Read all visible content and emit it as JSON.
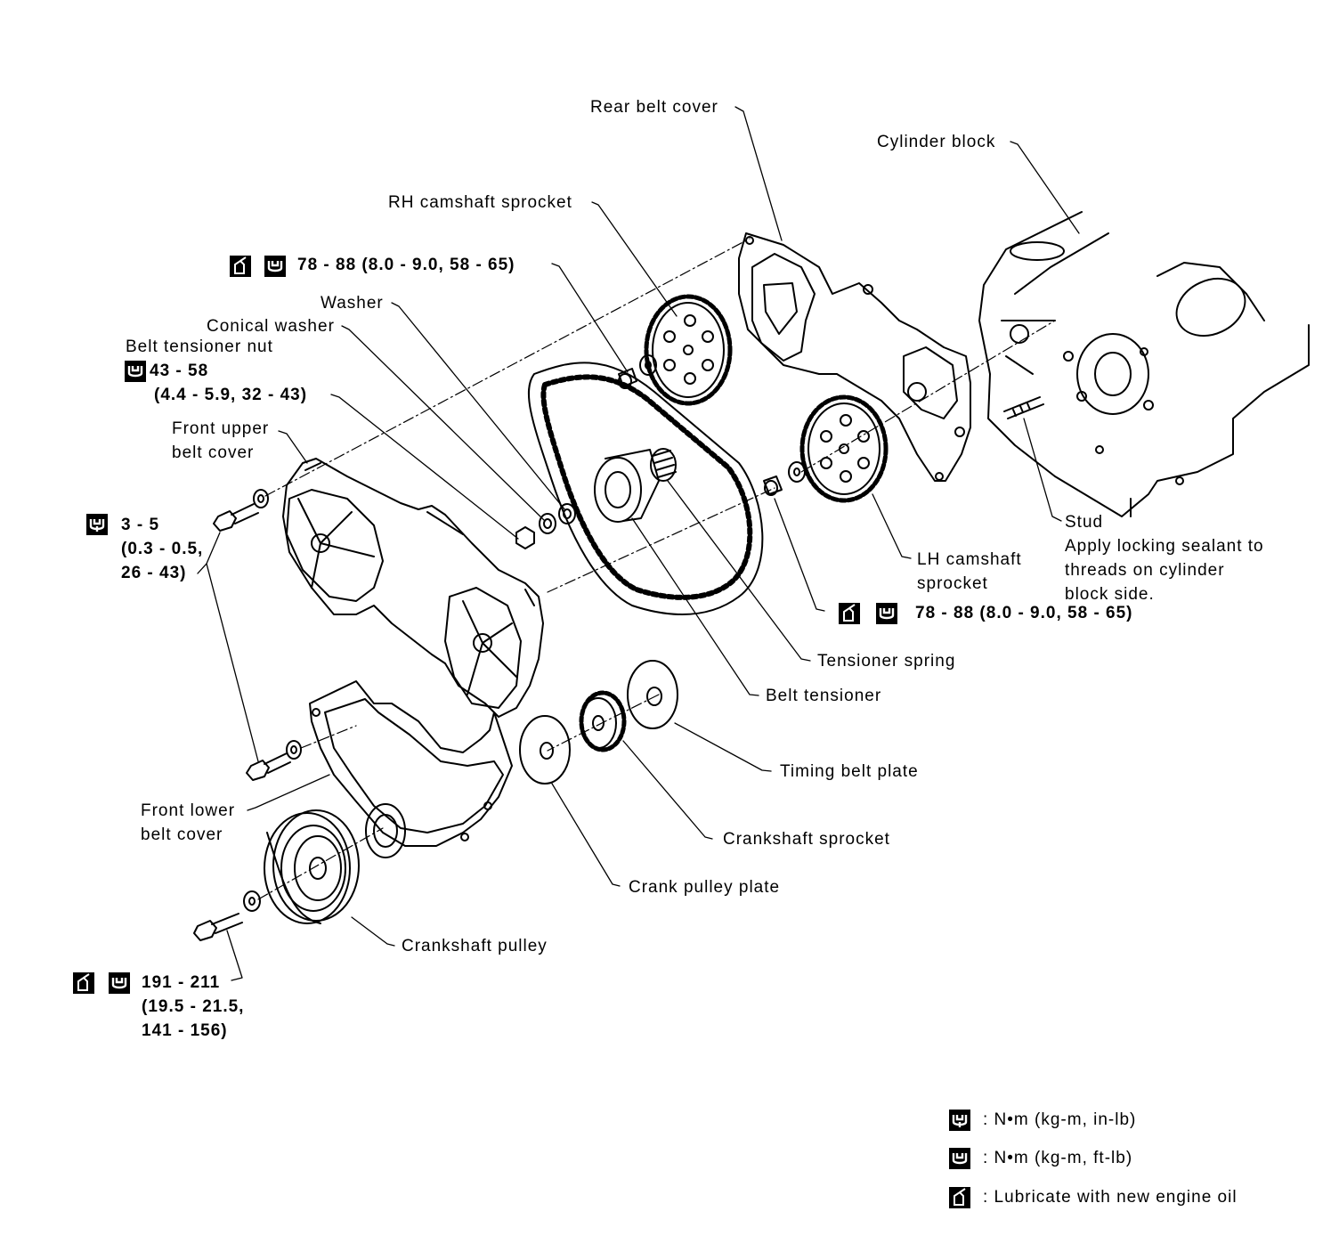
{
  "labels": {
    "rear_belt_cover": "Rear belt cover",
    "cylinder_block": "Cylinder block",
    "rh_camshaft_sprocket": "RH camshaft sprocket",
    "rh_torque": "78 - 88 (8.0 - 9.0, 58 - 65)",
    "washer": "Washer",
    "conical_washer": "Conical washer",
    "belt_tensioner_nut": "Belt tensioner nut",
    "tensioner_nut_torque_1": "43 - 58",
    "tensioner_nut_torque_2": "(4.4 - 5.9, 32 - 43)",
    "front_upper_1": "Front upper",
    "front_upper_2": "belt cover",
    "bolt_torque_1": "3 - 5",
    "bolt_torque_2": "(0.3 - 0.5,",
    "bolt_torque_3": "26 - 43)",
    "stud": "Stud",
    "stud_note_1": "Apply locking sealant to",
    "stud_note_2": "threads on cylinder",
    "stud_note_3": "block side.",
    "lh_camshaft_1": "LH camshaft",
    "lh_camshaft_2": "sprocket",
    "lh_torque": "78 - 88 (8.0 - 9.0, 58 - 65)",
    "tensioner_spring": "Tensioner spring",
    "belt_tensioner": "Belt tensioner",
    "timing_belt_plate": "Timing belt plate",
    "front_lower_1": "Front lower",
    "front_lower_2": "belt cover",
    "crankshaft_sprocket": "Crankshaft sprocket",
    "crank_pulley_plate": "Crank pulley plate",
    "crankshaft_pulley": "Crankshaft pulley",
    "pulley_torque_1": "191 - 211",
    "pulley_torque_2": "(19.5 - 21.5,",
    "pulley_torque_3": "141 - 156)"
  },
  "legend": {
    "inlb": ": N•m (kg-m, in-lb)",
    "ftlb": ": N•m (kg-m, ft-lb)",
    "oil": ": Lubricate with new engine oil"
  },
  "icons": [
    "torque-in-lb-icon",
    "torque-ft-lb-icon",
    "oil-can-icon"
  ]
}
